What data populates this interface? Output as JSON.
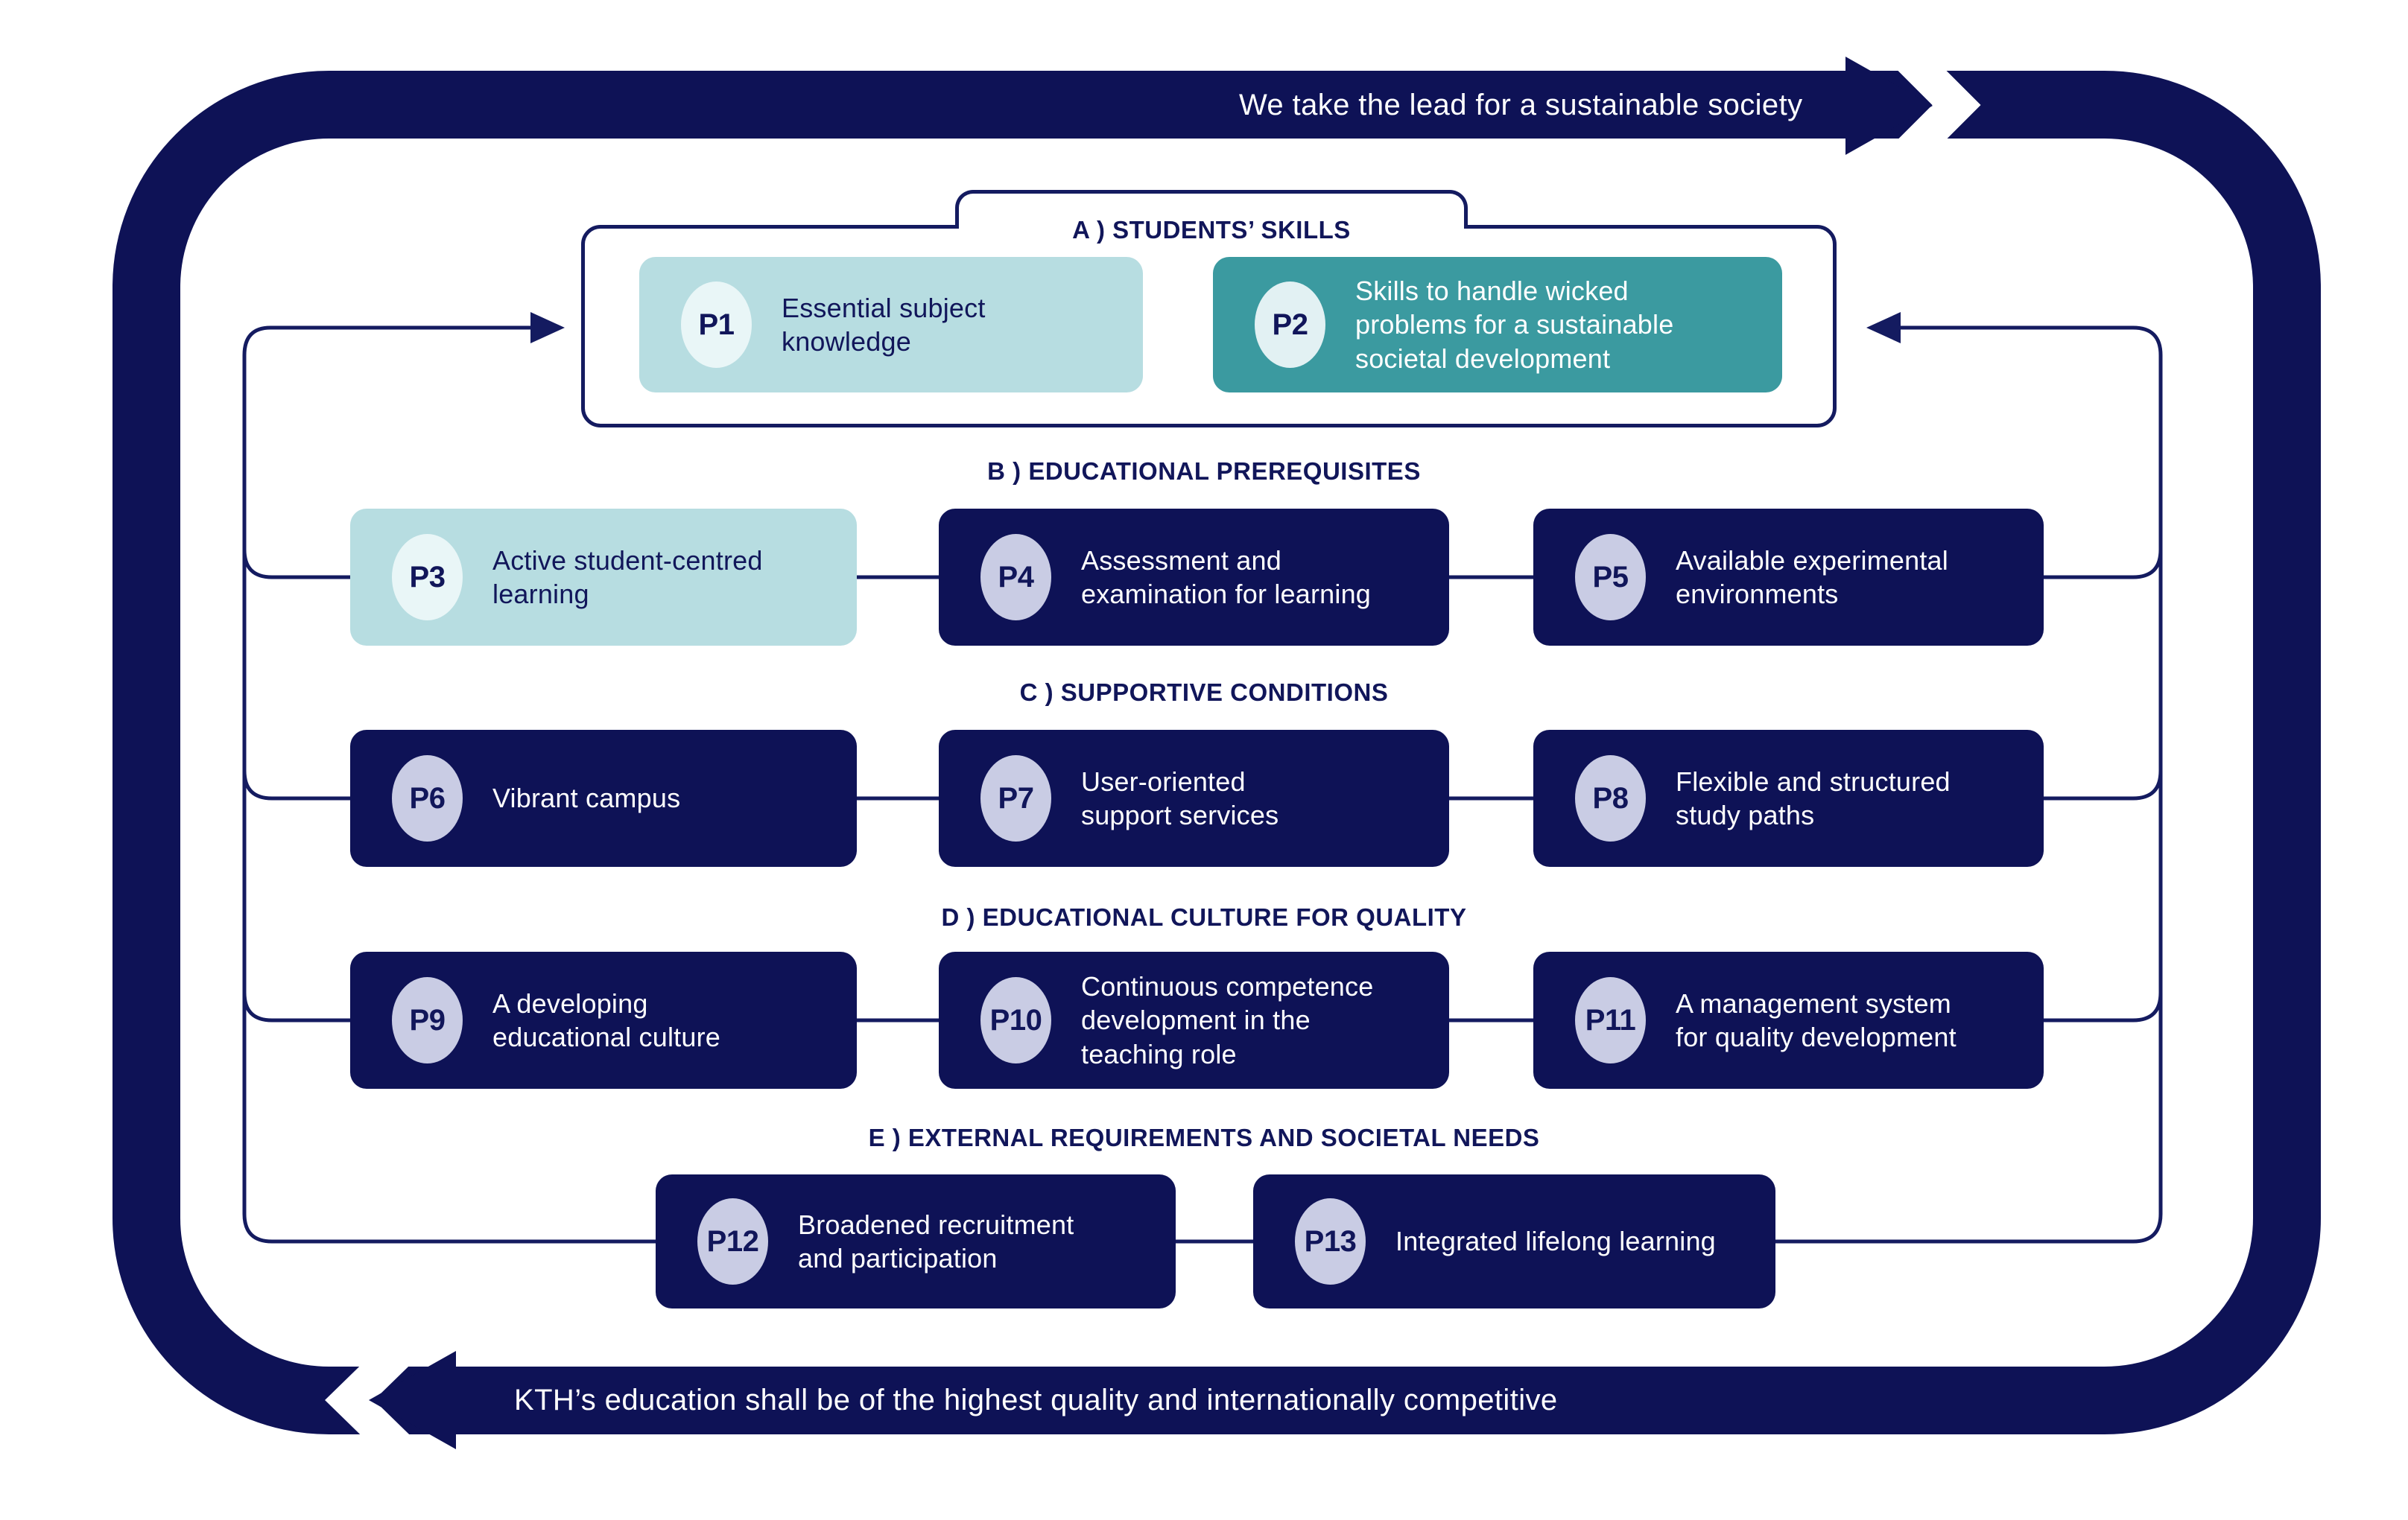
{
  "banners": {
    "top": "We take the lead for a sustainable society",
    "bottom": "KTH’s education shall be of the highest quality and internationally competitive"
  },
  "colors": {
    "navy": "#0e1256",
    "line_navy": "#141b60",
    "teal": "#3b9aa0",
    "light_teal": "#b7dde1",
    "pale_circle": "#e9f6f7",
    "lavender_circle": "#c9cce4",
    "text_navy": "#11165a",
    "white": "#ffffff"
  },
  "sections": {
    "a": {
      "label": "A )  STUDENTS’ SKILLS",
      "cards": [
        {
          "id": "P1",
          "title": "Essential subject\nknowledge"
        },
        {
          "id": "P2",
          "title": "Skills to handle wicked\nproblems for a sustainable\nsocietal development"
        }
      ]
    },
    "b": {
      "label": "B )  EDUCATIONAL PREREQUISITES",
      "cards": [
        {
          "id": "P3",
          "title": "Active student-centred\nlearning"
        },
        {
          "id": "P4",
          "title": "Assessment and\nexamination for learning"
        },
        {
          "id": "P5",
          "title": "Available experimental\nenvironments"
        }
      ]
    },
    "c": {
      "label": "C )  SUPPORTIVE CONDITIONS",
      "cards": [
        {
          "id": "P6",
          "title": "Vibrant campus"
        },
        {
          "id": "P7",
          "title": "User-oriented\nsupport services"
        },
        {
          "id": "P8",
          "title": "Flexible and structured\nstudy paths"
        }
      ]
    },
    "d": {
      "label": "D )  EDUCATIONAL CULTURE FOR QUALITY",
      "cards": [
        {
          "id": "P9",
          "title": "A developing\neducational culture"
        },
        {
          "id": "P10",
          "title": "Continuous competence\ndevelopment in the\nteaching role"
        },
        {
          "id": "P11",
          "title": "A management system\nfor quality development"
        }
      ]
    },
    "e": {
      "label": "E )  EXTERNAL REQUIREMENTS AND SOCIETAL NEEDS",
      "cards": [
        {
          "id": "P12",
          "title": "Broadened recruitment\nand participation"
        },
        {
          "id": "P13",
          "title": "Integrated lifelong learning"
        }
      ]
    }
  }
}
